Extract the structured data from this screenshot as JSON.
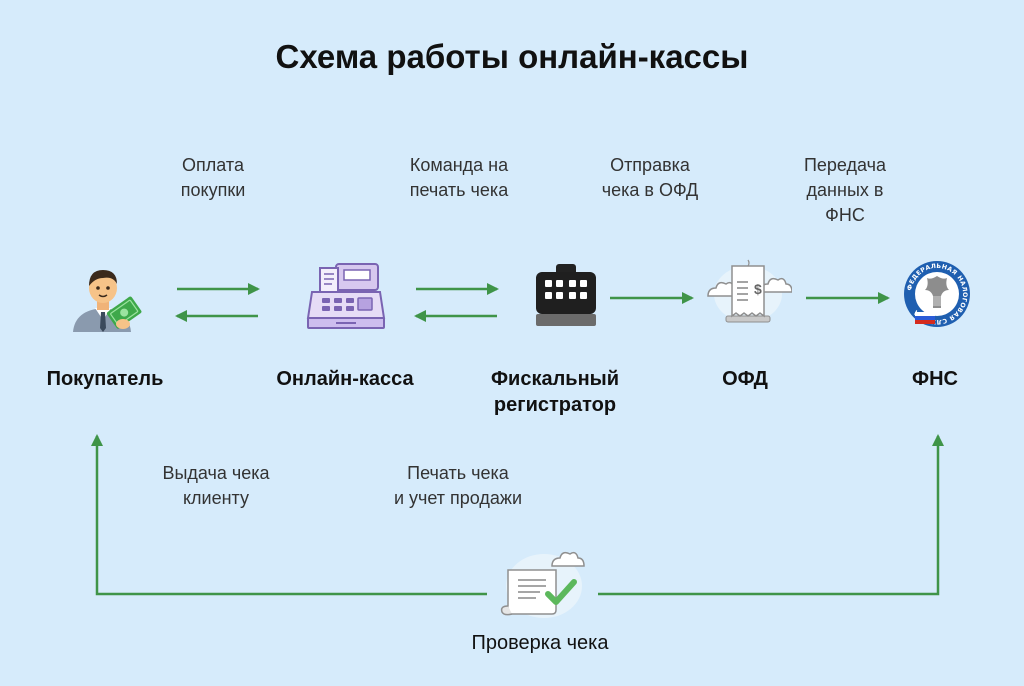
{
  "title": "Схема работы онлайн-кассы",
  "colors": {
    "background": "#d6ebfb",
    "arrow": "#3f9448",
    "accent_green": "#5cb85c"
  },
  "nodes": {
    "buyer": {
      "label": "Покупатель",
      "icon": "buyer-icon"
    },
    "cashbox": {
      "label": "Онлайн-касса",
      "icon": "cash-register-icon"
    },
    "fiscal": {
      "label": "Фискальный\nрегистратор",
      "icon": "fiscal-registrar-icon"
    },
    "ofd": {
      "label": "ОФД",
      "icon": "receipt-cloud-icon"
    },
    "fns": {
      "label": "ФНС",
      "icon": "fns-emblem-icon"
    },
    "check": {
      "label": "Проверка чека",
      "icon": "receipt-check-icon"
    }
  },
  "fns_emblem_text": "ФЕДЕРАЛЬНАЯ НАЛОГОВАЯ СЛУЖБА",
  "captions": {
    "payment": "Оплата\nпокупки",
    "print_command": "Команда на\nпечать чека",
    "send_ofd": "Отправка\nчека в ОФД",
    "transfer_fns": "Передача\nданных в\nФНС",
    "issue_check": "Выдача чека\nклиенту",
    "print_record": "Печать чека\nи учет продажи"
  }
}
